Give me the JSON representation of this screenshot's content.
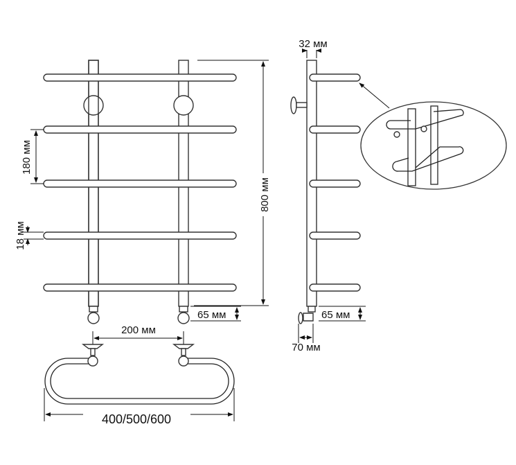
{
  "dimensions": {
    "height": "800 мм",
    "bar_spacing": "180 мм",
    "tube_diameter": "18 мм",
    "connection_distance": "200 мм",
    "width": "400/500/600",
    "bottom_offset_front": "65 мм",
    "bottom_offset_side": "65 мм",
    "pipe_width": "32 мм",
    "wall_offset": "70 мм"
  },
  "colors": {
    "line": "#222222",
    "background": "#ffffff"
  }
}
